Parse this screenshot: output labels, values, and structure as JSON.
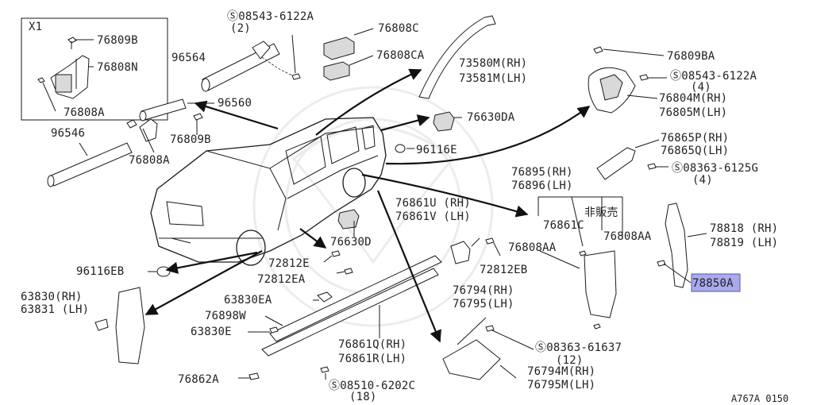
{
  "inset": {
    "label": "X1"
  },
  "labels": {
    "p76809B_top": "76809B",
    "p76808N": "76808N",
    "p76808A_inset": "76808A",
    "p08543_top": "Ⓢ08543-6122A",
    "p08543_top_qty": "(2)",
    "p96564": "96564",
    "p96560": "96560",
    "p96546": "96546",
    "p76809B_mid": "76809B",
    "p76808A": "76808A",
    "p76808C": "76808C",
    "p76808CA": "76808CA",
    "p73580M": "73580M(RH)",
    "p73581M": "73581M(LH)",
    "p76630DA": "76630DA",
    "p96116E": "96116E",
    "p76809BA": "76809BA",
    "p08543_right": "Ⓢ08543-6122A",
    "p08543_right_qty": "(4)",
    "p76804M": "76804M(RH)",
    "p76805M": "76805M(LH)",
    "p76865P": "76865P(RH)",
    "p76865Q": "76865Q(LH)",
    "p08363_6125G": "Ⓢ08363-6125G",
    "p08363_6125G_qty": "(4)",
    "p76895": "76895(RH)",
    "p76896": "76896(LH)",
    "not_for_sale": "非販売",
    "p76861C": "76861C",
    "p76808AA_right": "76808AA",
    "p76808AA_left": "76808AA",
    "p78818": "78818 (RH)",
    "p78819": "78819 (LH)",
    "p78850A": "78850A",
    "p76861U": "76861U (RH)",
    "p76861V": "76861V (LH)",
    "p76630D": "76630D",
    "p72812EB": "72812EB",
    "p72812E": "72812E",
    "p72812EA": "72812EA",
    "p96116EB": "96116EB",
    "p63830": "63830(RH)",
    "p63831": "63831 (LH)",
    "p63830EA": "63830EA",
    "p76898W": "76898W",
    "p63830E": "63830E",
    "p76862A": "76862A",
    "p76861Q": "76861Q(RH)",
    "p76861R": "76861R(LH)",
    "p08510": "Ⓢ08510-6202C",
    "p08510_qty": "(18)",
    "p76794": "76794(RH)",
    "p76795": "76795(LH)",
    "p08363_61637": "Ⓢ08363-61637",
    "p08363_61637_qty": "(12)",
    "p76794M": "76794M(RH)",
    "p76795M": "76795M(LH)",
    "ref_code": "A767A 0150"
  },
  "colors": {
    "highlight_fill": "#a9a9ee",
    "line": "#1a1a1a",
    "background": "#ffffff"
  }
}
